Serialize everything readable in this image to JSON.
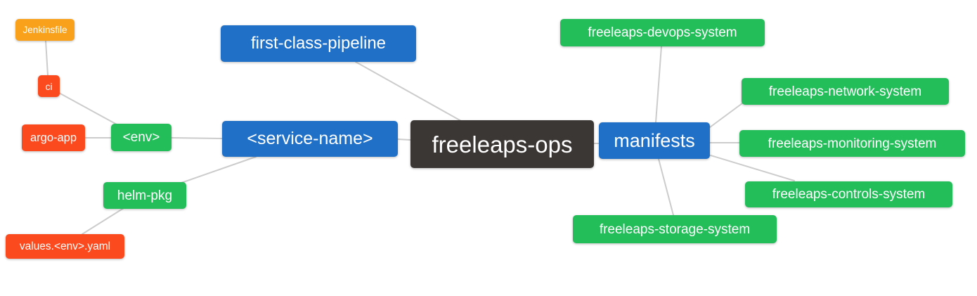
{
  "diagram": {
    "type": "mindmap",
    "root": "freeleaps-ops"
  },
  "colors": {
    "node_blue": "#2070C8",
    "node_green": "#23BD5A",
    "node_red": "#FB4A1E",
    "node_orange": "#F9A11B",
    "node_dark": "#3B3734",
    "edge_gray": "#CCCCCC",
    "node_text": "#FFFFFF",
    "background": "#FFFFFF"
  },
  "nodes": {
    "freeleaps_ops": {
      "label": "freeleaps-ops"
    },
    "first_class_pipeline": {
      "label": "first-class-pipeline"
    },
    "service_name": {
      "label": "<service-name>"
    },
    "env": {
      "label": "<env>"
    },
    "ci": {
      "label": "ci"
    },
    "jenkinsfile": {
      "label": "Jenkinsfile"
    },
    "argo_app": {
      "label": "argo-app"
    },
    "helm_pkg": {
      "label": "helm-pkg"
    },
    "values_env_yaml": {
      "label": "values.<env>.yaml"
    },
    "manifests": {
      "label": "manifests"
    },
    "devops_system": {
      "label": "freeleaps-devops-system"
    },
    "network_system": {
      "label": "freeleaps-network-system"
    },
    "monitoring_system": {
      "label": "freeleaps-monitoring-system"
    },
    "controls_system": {
      "label": "freeleaps-controls-system"
    },
    "storage_system": {
      "label": "freeleaps-storage-system"
    }
  },
  "edges": [
    {
      "from": "jenkinsfile",
      "to": "ci"
    },
    {
      "from": "ci",
      "to": "env"
    },
    {
      "from": "argo_app",
      "to": "env"
    },
    {
      "from": "env",
      "to": "service_name"
    },
    {
      "from": "helm_pkg",
      "to": "service_name"
    },
    {
      "from": "values_env_yaml",
      "to": "helm_pkg"
    },
    {
      "from": "service_name",
      "to": "freeleaps_ops"
    },
    {
      "from": "first_class_pipeline",
      "to": "freeleaps_ops"
    },
    {
      "from": "freeleaps_ops",
      "to": "manifests"
    },
    {
      "from": "manifests",
      "to": "devops_system"
    },
    {
      "from": "manifests",
      "to": "network_system"
    },
    {
      "from": "manifests",
      "to": "monitoring_system"
    },
    {
      "from": "manifests",
      "to": "controls_system"
    },
    {
      "from": "manifests",
      "to": "storage_system"
    }
  ]
}
